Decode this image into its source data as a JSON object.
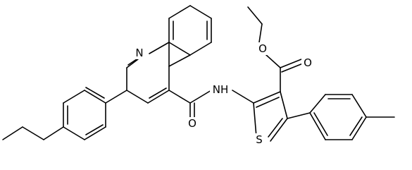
{
  "molecule": {
    "atoms": {
      "ester_oxygen": "O",
      "carbonyl_oxygen_ester": "O",
      "quinoline_nitrogen": "N",
      "amide_nh": "NH",
      "amide_oxygen": "O",
      "thiophene_sulfur": "S"
    }
  }
}
